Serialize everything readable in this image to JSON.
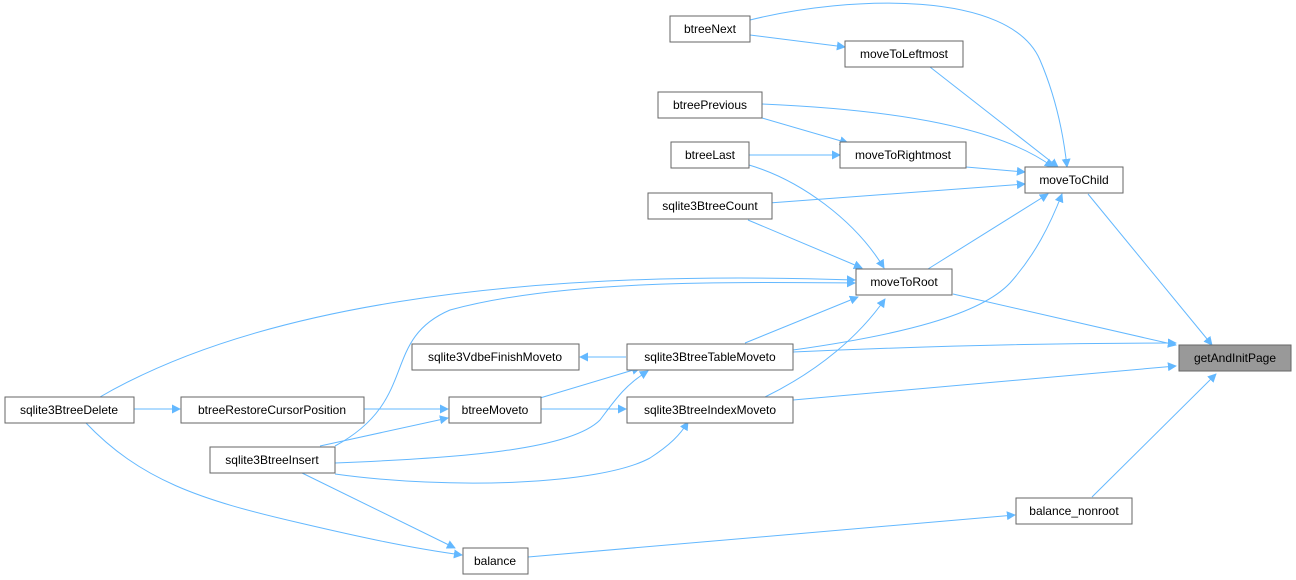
{
  "colors": {
    "edge": "#63b8ff",
    "node_border": "#666666",
    "node_fill": "#ffffff",
    "root_fill": "#999999"
  },
  "nodes": {
    "getAndInitPage": "getAndInitPage",
    "moveToChild": "moveToChild",
    "moveToRoot": "moveToRoot",
    "btreeNext": "btreeNext",
    "moveToLeftmost": "moveToLeftmost",
    "btreePrevious": "btreePrevious",
    "btreeLast": "btreeLast",
    "moveToRightmost": "moveToRightmost",
    "sqlite3BtreeCount": "sqlite3BtreeCount",
    "sqlite3VdbeFinishMoveto": "sqlite3VdbeFinishMoveto",
    "sqlite3BtreeTableMoveto": "sqlite3BtreeTableMoveto",
    "sqlite3BtreeDelete": "sqlite3BtreeDelete",
    "btreeRestoreCursorPosition": "btreeRestoreCursorPosition",
    "btreeMoveto": "btreeMoveto",
    "sqlite3BtreeIndexMoveto": "sqlite3BtreeIndexMoveto",
    "sqlite3BtreeInsert": "sqlite3BtreeInsert",
    "balance_nonroot": "balance_nonroot",
    "balance": "balance"
  }
}
